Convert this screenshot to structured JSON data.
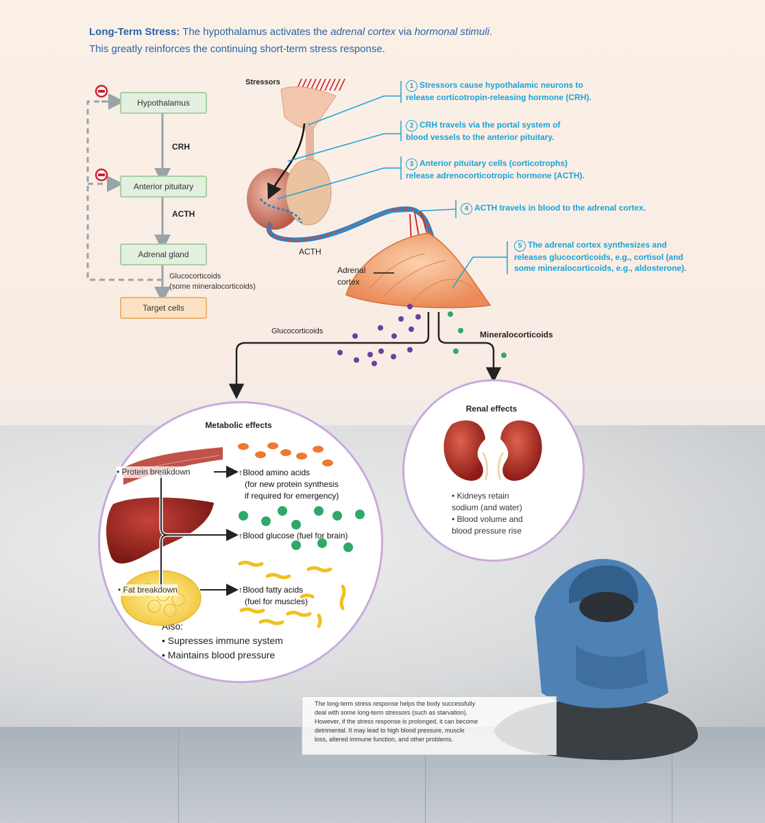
{
  "title": {
    "bold": "Long-Term Stress:",
    "part1": "The hypothalamus activates the",
    "italic1": "adrenal cortex",
    "part2": "via",
    "italic2": "hormonal stimuli",
    "part3": ".",
    "line2": "This greatly reinforces the continuing short-term stress response."
  },
  "flow": {
    "hypothalamus": "Hypothalamus",
    "crh": "CRH",
    "anterior_pituitary": "Anterior pituitary",
    "acth": "ACTH",
    "adrenal_gland": "Adrenal gland",
    "glucocorticoids": "Glucocorticoids",
    "mineralocorticoids": "(some mineralocorticoids)",
    "target_cells": "Target cells"
  },
  "labels": {
    "stressors": "Stressors",
    "acth": "ACTH",
    "adrenal_cortex_1": "Adrenal",
    "adrenal_cortex_2": "cortex",
    "glucocorticoids": "Glucocorticoids",
    "mineralocorticoids": "Mineralocorticoids"
  },
  "steps": [
    {
      "num": "1",
      "line1": "Stressors cause hypothalamic neurons to",
      "line2": "release corticotropin-releasing hormone (CRH)."
    },
    {
      "num": "2",
      "line1": "CRH travels via the portal system of",
      "line2": "blood vessels to the anterior pituitary."
    },
    {
      "num": "3",
      "line1": "Anterior pituitary cells (corticotrophs)",
      "line2": "release adrenocorticotropic hormone (ACTH)."
    },
    {
      "num": "4",
      "line1": "ACTH travels in blood to the adrenal cortex.",
      "line2": ""
    },
    {
      "num": "5",
      "line1": "The adrenal cortex synthesizes and",
      "line2": "releases glucocorticoids, e.g., cortisol (and",
      "line3": "some mineralocorticoids, e.g., aldosterone)."
    }
  ],
  "metabolic": {
    "title": "Metabolic effects",
    "protein": "• Protein breakdown",
    "amino1": "Blood amino acids",
    "amino2": "(for new protein synthesis",
    "amino3": "if required for emergency)",
    "glucose": "Blood glucose (fuel for brain)",
    "fat": "• Fat breakdown",
    "fatty1": "Blood fatty acids",
    "fatty2": "(fuel for muscles)",
    "also": "Also:",
    "also1": "• Supresses immune system",
    "also2": "• Maintains blood pressure"
  },
  "renal": {
    "title": "Renal effects",
    "l1": "• Kidneys retain",
    "l2": "sodium (and water)",
    "l3": "• Blood volume and",
    "l4": "blood pressure rise"
  },
  "note": {
    "l1": "The long-term stress response helps the body successfully",
    "l2": "deal with some long-term stressors (such as starvation).",
    "l3": "However, if the stress response is prolonged, it can become",
    "l4": "detrimental. It may lead to high blood pressure, muscle",
    "l5": "loss, altered immune function, and other problems."
  },
  "colors": {
    "title_blue": "#2a63a8",
    "step_cyan": "#1aa3d6",
    "box_green": "#a7cfa4",
    "target_orange": "#f0b26e",
    "inhibit_red": "#d01f2a",
    "gluco_purple": "#6b3fa0",
    "mineral_green": "#2fa86a"
  }
}
